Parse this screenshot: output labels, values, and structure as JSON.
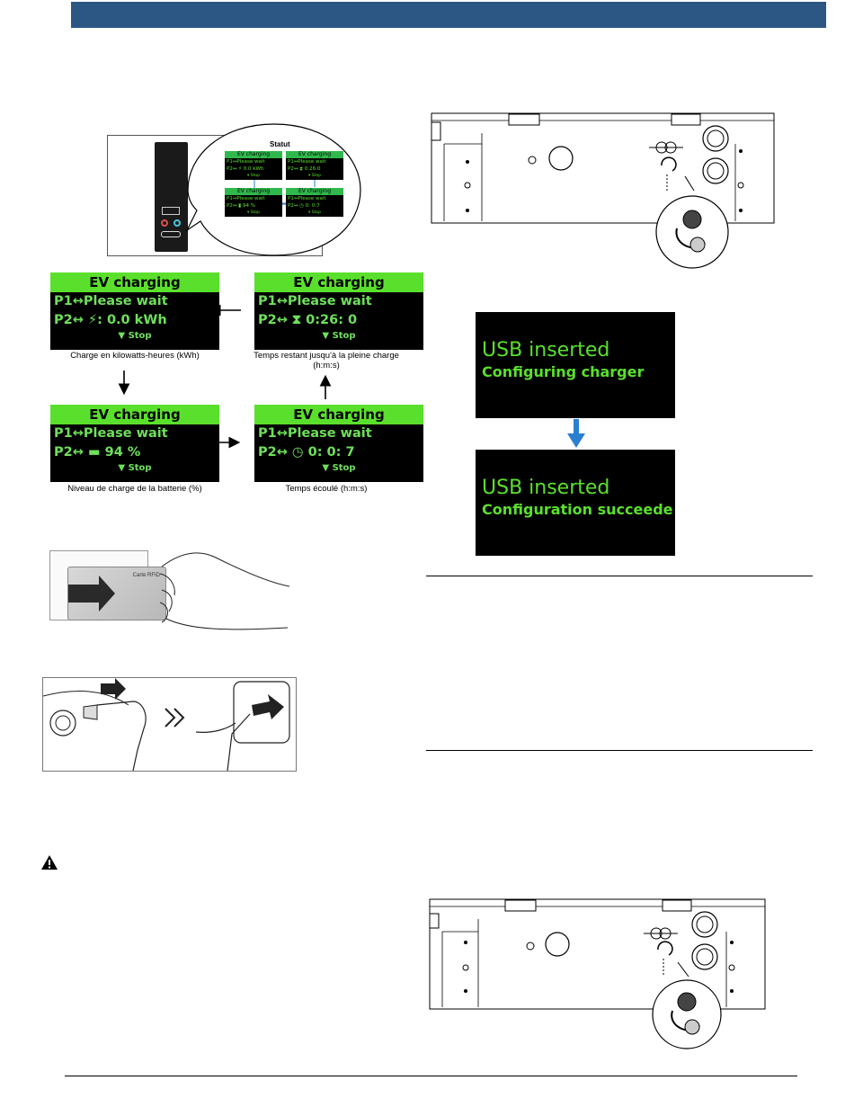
{
  "bubble": {
    "title": "Statut",
    "mini_screens": [
      {
        "header": "EV charging",
        "line1": "P1↔Please wait",
        "line2": "P2↔ ⚡ 0.0 kWh",
        "footer": "▾ Stop"
      },
      {
        "header": "EV charging",
        "line1": "P1↔Please wait",
        "line2": "P2↔ ⧗ 0:26:0",
        "footer": "▾ Stop"
      },
      {
        "header": "EV charging",
        "line1": "P1↔Please wait",
        "line2": "P2↔ ▮ 94 %",
        "footer": "▾ Stop"
      },
      {
        "header": "EV charging",
        "line1": "P1↔Please wait",
        "line2": "P2↔ ◷ 0: 0:7",
        "footer": "▾ Stop"
      }
    ]
  },
  "screens": [
    {
      "header": "EV charging",
      "line1": "P1↔Please wait",
      "line2": "P2↔ ⚡: 0.0 kWh",
      "footer": "▼ Stop",
      "caption": "Charge en kilowatts-heures (kWh)"
    },
    {
      "header": "EV charging",
      "line1": "P1↔Please wait",
      "line2": "P2↔ ⧗  0:26: 0",
      "footer": "▼ Stop",
      "caption": "Temps restant jusqu'à la pleine charge (h:m:s)"
    },
    {
      "header": "EV charging",
      "line1": "P1↔Please wait",
      "line2": "P2↔ ▬ 94 %",
      "footer": "▼ Stop",
      "caption": "Niveau de charge de la batterie (%)"
    },
    {
      "header": "EV charging",
      "line1": "P1↔Please wait",
      "line2": "P2↔ ◷ 0:  0: 7",
      "footer": "▼ Stop",
      "caption": "Temps écoulé (h:m:s)"
    }
  ],
  "rfid_card": {
    "label": "Carte RFID"
  },
  "usb_screens": [
    {
      "line1": "USB inserted",
      "line2": "Configuring charger"
    },
    {
      "line1": "USB inserted",
      "line2": "Configuration succeede"
    }
  ],
  "colors": {
    "header_bar": "#2c5684",
    "lcd_green": "#5ae02c",
    "arrow_blue": "#2a7fd0"
  }
}
